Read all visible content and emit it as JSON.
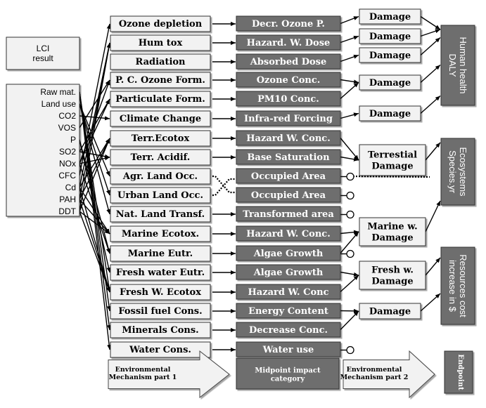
{
  "lci": {
    "title_lines": [
      "LCI",
      "result"
    ],
    "items": [
      "Raw mat.",
      "Land use",
      "CO2",
      "VOS",
      "P",
      "SO2",
      "NOx",
      "CFC",
      "Cd",
      "PAH",
      "DDT"
    ]
  },
  "impact_categories": [
    "Ozone depletion",
    "Hum tox",
    "Radiation",
    "P. C. Ozone Form.",
    "Particulate Form.",
    "Climate Change",
    "Terr.Ecotox",
    "Terr. Acidif.",
    "Agr. Land Occ.",
    "Urban Land Occ.",
    "Nat. Land Transf.",
    "Marine Ecotox.",
    "Marine Eutr.",
    "Fresh water Eutr.",
    "Fresh W. Ecotox",
    "Fossil fuel Cons.",
    "Minerals Cons.",
    "Water Cons."
  ],
  "midpoints": [
    "Decr. Ozone P.",
    "Hazard. W. Dose",
    "Absorbed Dose",
    "Ozone Conc.",
    "PM10 Conc.",
    "Infra-red Forcing",
    "Hazard W. Conc.",
    "Base Saturation",
    "Occupied Area",
    "Occupied Area",
    "Transformed area",
    "Hazard W. Conc.",
    "Algae Growth",
    "Algae Growth",
    "Hazard W. Conc",
    "Energy Content",
    "Decrease Conc.",
    "Water use"
  ],
  "damage_boxes": [
    {
      "lines": [
        "Damage"
      ]
    },
    {
      "lines": [
        "Damage"
      ]
    },
    {
      "lines": [
        "Damage"
      ]
    },
    {
      "lines": [
        "Damage"
      ]
    },
    {
      "lines": [
        "Damage"
      ]
    },
    {
      "lines": [
        "Terrestial",
        "Damage"
      ]
    },
    {
      "lines": [
        "Marine w.",
        "Damage"
      ]
    },
    {
      "lines": [
        "Fresh w.",
        "Damage"
      ]
    },
    {
      "lines": [
        "Damage"
      ]
    }
  ],
  "endpoints": [
    {
      "lines": [
        "Human health",
        "DALY"
      ]
    },
    {
      "lines": [
        "Ecosystems",
        "Species.yr"
      ]
    },
    {
      "lines": [
        "Resources cost",
        "increase in $"
      ]
    }
  ],
  "legend": {
    "mechanism1_lines": [
      "Environmental",
      "Mechanism part 1"
    ],
    "midpoint_lines": [
      "Midpoint impact",
      "category"
    ],
    "mechanism2_lines": [
      "Environmental",
      "Mechanism part 2"
    ],
    "endpoint": "Endpoint"
  },
  "links": {
    "lci_to_category": [
      [
        0,
        14
      ],
      [
        0,
        15
      ],
      [
        0,
        16
      ],
      [
        0,
        17
      ],
      [
        1,
        8
      ],
      [
        1,
        9
      ],
      [
        1,
        10
      ],
      [
        2,
        5
      ],
      [
        3,
        3
      ],
      [
        4,
        12
      ],
      [
        4,
        13
      ],
      [
        5,
        4
      ],
      [
        5,
        7
      ],
      [
        6,
        3
      ],
      [
        6,
        4
      ],
      [
        6,
        7
      ],
      [
        6,
        12
      ],
      [
        7,
        0
      ],
      [
        8,
        1
      ],
      [
        8,
        6
      ],
      [
        8,
        11
      ],
      [
        8,
        14
      ],
      [
        9,
        1
      ],
      [
        9,
        6
      ],
      [
        9,
        11
      ],
      [
        9,
        14
      ],
      [
        10,
        1
      ],
      [
        10,
        6
      ],
      [
        10,
        11
      ],
      [
        10,
        14
      ]
    ],
    "midpoint_to_damage": [
      [
        0,
        0
      ],
      [
        1,
        1
      ],
      [
        2,
        2
      ],
      [
        3,
        3
      ],
      [
        4,
        3
      ],
      [
        5,
        4
      ],
      [
        6,
        5
      ],
      [
        7,
        5
      ],
      [
        11,
        6
      ],
      [
        12,
        6
      ],
      [
        13,
        7
      ],
      [
        14,
        7
      ],
      [
        15,
        8
      ],
      [
        16,
        8
      ]
    ],
    "damage_to_endpoint": [
      [
        0,
        0
      ],
      [
        1,
        0
      ],
      [
        2,
        0
      ],
      [
        3,
        0
      ],
      [
        4,
        0
      ],
      [
        5,
        1
      ],
      [
        6,
        1
      ],
      [
        7,
        2
      ],
      [
        8,
        2
      ]
    ],
    "dotted_occupation": [
      8,
      9
    ],
    "circle_midpoints": [
      8,
      9,
      10,
      12,
      17
    ]
  },
  "colors": {
    "light_box": "#f2f2f2",
    "dark_box": "#6e6e6e",
    "border": "#333333",
    "arrow": "#000000"
  }
}
